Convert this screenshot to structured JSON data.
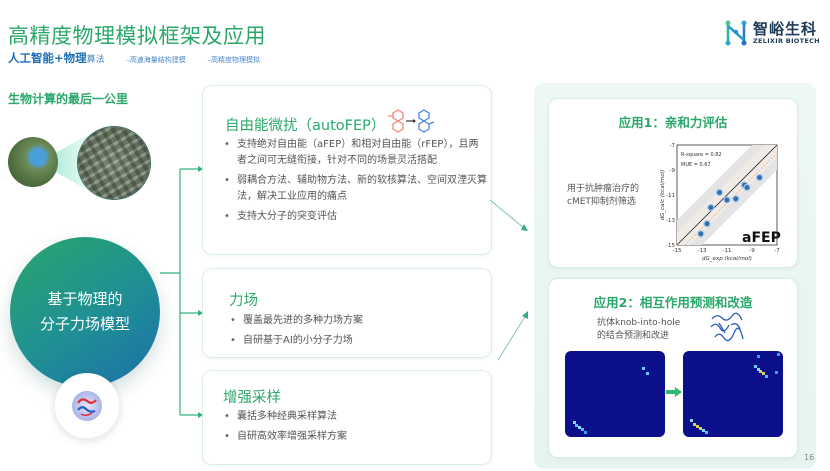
{
  "header": {
    "title": "高精度物理模拟框架及应用",
    "subtitle_strong": "人工智能+物理",
    "subtitle_light": "算法",
    "tags": [
      "–高速海量结构建模",
      "–高精度物理模拟"
    ]
  },
  "logo": {
    "name_cn": "智峪生科",
    "name_en": "ZELIXIR BIOTECH",
    "icon": "dna-network-logo-icon"
  },
  "left": {
    "heading": "生物计算的最后一公里",
    "zoom_images": [
      "satellite-globe-image",
      "city-aerial-zoom-image"
    ],
    "core_model_lines": [
      "基于物理的",
      "分子力场模型"
    ],
    "core_icon": "protein-ribbon-icon"
  },
  "cards": [
    {
      "title": "自由能微扰（autoFEP）",
      "icon": "molecule-transform-icon",
      "bullets": [
        "支持绝对自由能（aFEP）和相对自由能（rFEP），且两者之间可无缝衔接，针对不同的场景灵活搭配",
        "弱耦合方法、辅助物方法、新的软核算法、空间双湮灭算法，解决工业应用的痛点",
        "支持大分子的突变评估"
      ]
    },
    {
      "title": "力场",
      "bullets": [
        "覆盖最先进的多种力场方案",
        "自研基于AI的小分子力场"
      ]
    },
    {
      "title": "增强采样",
      "bullets": [
        "囊括多种经典采样算法",
        "自研高效率增强采样方案"
      ]
    }
  ],
  "applications": [
    {
      "title": "应用1：亲和力评估",
      "desc_lines": [
        "用于抗肿瘤治疗的",
        "cMET抑制剂筛选"
      ],
      "plot_label": "aFEP",
      "stats": [
        "R-square = 0.82",
        "MUE = 0.67"
      ]
    },
    {
      "title": "应用2：相互作用预测和改造",
      "desc_lines": [
        "抗体knob-into-hole",
        "的结合预测和改进"
      ],
      "icon": "antibody-structure-icon",
      "heatmaps": [
        "contact-map-before",
        "contact-map-after"
      ]
    }
  ],
  "chart_data": {
    "type": "scatter",
    "title": "aFEP",
    "xlabel": "dG_exp (kcal/mol)",
    "ylabel": "dG_calc (kcal/mol)",
    "xlim": [
      -15,
      -7
    ],
    "ylim": [
      -15,
      -7
    ],
    "xticks": [
      -15,
      -13,
      -11,
      -9,
      -7
    ],
    "yticks": [
      -7,
      -9,
      -11,
      -13,
      -15
    ],
    "annotations": [
      "R-square = 0.82",
      "MUE = 0.67"
    ],
    "grid": false,
    "reference_line": "y = x with ±1 and ±2 kcal/mol bands",
    "points": [
      {
        "x": -13.1,
        "y": -13.9
      },
      {
        "x": -12.6,
        "y": -13.1
      },
      {
        "x": -12.3,
        "y": -11.8
      },
      {
        "x": -11.6,
        "y": -10.6
      },
      {
        "x": -11.0,
        "y": -11.2
      },
      {
        "x": -10.3,
        "y": -11.1
      },
      {
        "x": -9.6,
        "y": -10.0
      },
      {
        "x": -9.4,
        "y": -10.2
      },
      {
        "x": -8.4,
        "y": -9.4
      }
    ]
  },
  "footer": {
    "page_number": "16"
  }
}
